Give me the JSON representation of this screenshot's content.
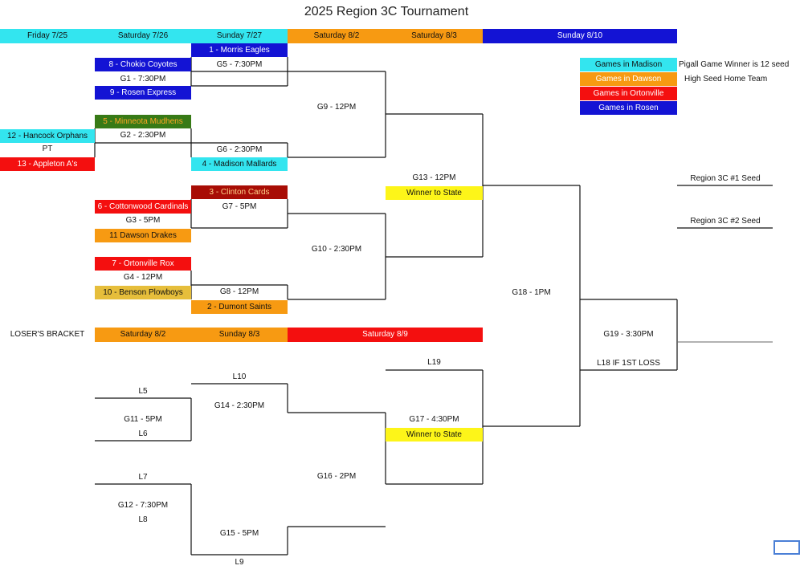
{
  "title": "2025 Region 3C Tournament",
  "days": [
    "Friday 7/25",
    "Saturday 7/26",
    "Sunday 7/27",
    "Saturday 8/2",
    "Saturday 8/3",
    "Sunday 8/10"
  ],
  "losers_days": [
    "Saturday 8/2",
    "Sunday 8/3",
    "Saturday 8/9"
  ],
  "losers_bracket_label": "LOSER'S BRACKET",
  "teams": {
    "t1": "1 - Morris Eagles",
    "t8": "8 - Chokio Coyotes",
    "t9": "9 - Rosen Express",
    "t5": "5 - Minneota Mudhens",
    "t12": "12 - Hancock Orphans",
    "pt": "PT",
    "t13": "13 - Appleton A's",
    "t4": "4 - Madison Mallards",
    "t3": "3 - Clinton Cards",
    "t6": "6 - Cottonwood Cardinals",
    "t11": "11 Dawson Drakes",
    "t7": "7 - Ortonville Rox",
    "t10": "10 - Benson Plowboys",
    "t2": "2  - Dumont Saints"
  },
  "games": {
    "g1": "G1 - 7:30PM",
    "g2": "G2 - 2:30PM",
    "g3": "G3 - 5PM",
    "g4": "G4 - 12PM",
    "g5": "G5 - 7:30PM",
    "g6": "G6 - 2:30PM",
    "g7": "G7 - 5PM",
    "g8": "G8 - 12PM",
    "g9": "G9 - 12PM",
    "g10": "G10 - 2:30PM",
    "g13": "G13 - 12PM",
    "g18": "G18 - 1PM",
    "g19": "G19 - 3:30PM",
    "g11": "G11 - 5PM",
    "g12": "G12 - 7:30PM",
    "g14": "G14 - 2:30PM",
    "g15": "G15 - 5PM",
    "g16": "G16 - 2PM",
    "g17": "G17 - 4:30PM"
  },
  "labels": {
    "winner_state_1": "Winner to State",
    "winner_state_2": "Winner to State",
    "seed1": "Region 3C #1 Seed",
    "seed2": "Region 3C #2 Seed",
    "l18": "L18 IF 1ST LOSS",
    "l5": "L5",
    "l6": "L6",
    "l7": "L7",
    "l8": "L8",
    "l9": "L9",
    "l10": "L10",
    "l19": "L19"
  },
  "legend": [
    {
      "label": "Games in Madison",
      "color": "#33e5ef"
    },
    {
      "label": "Games in Dawson",
      "color": "#f79a12"
    },
    {
      "label": "Games in Ortonville",
      "color": "#f40f0f"
    },
    {
      "label": "Games in Rosen",
      "color": "#1313d4"
    }
  ],
  "notes": {
    "pigall": "Pigall Game Winner is 12 seed",
    "home": "High Seed Home Team"
  }
}
